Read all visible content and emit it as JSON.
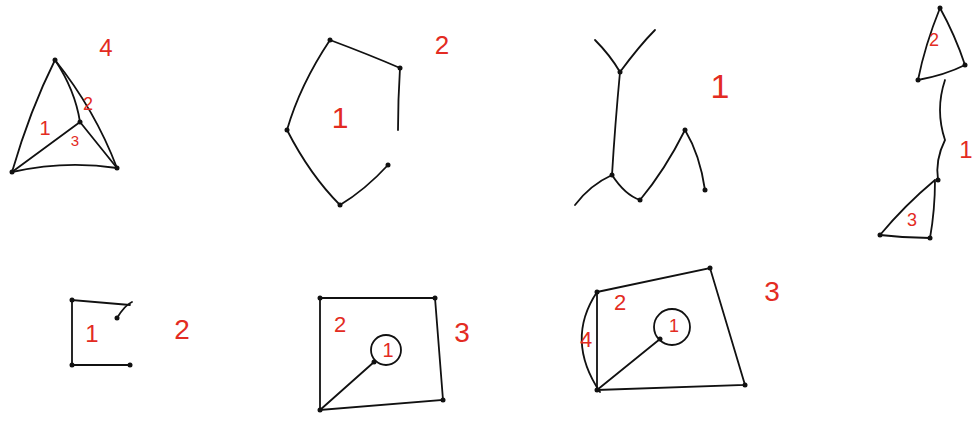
{
  "diagram": {
    "labels": [
      "4",
      "1",
      "2",
      "3",
      "2",
      "1",
      "1",
      "2",
      "1",
      "3",
      "1",
      "2",
      "2",
      "1",
      "3",
      "4",
      "2",
      "1",
      "3"
    ]
  }
}
